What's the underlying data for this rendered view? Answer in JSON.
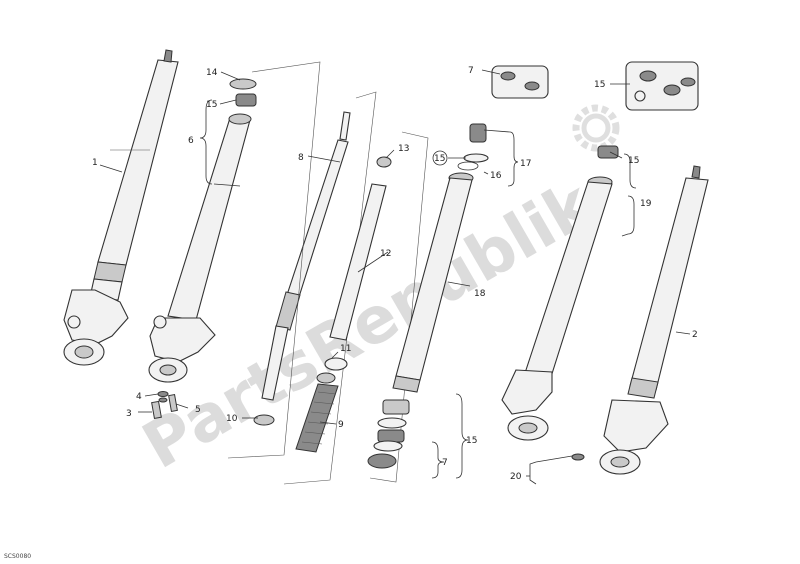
{
  "watermark": "PartsRepublik",
  "drawing_code": "SCS0080",
  "labels": {
    "l1": "1",
    "l2": "2",
    "l3": "3",
    "l4": "4",
    "l5": "5",
    "l6": "6",
    "l7a": "7",
    "l7b": "7",
    "l8": "8",
    "l9": "9",
    "l10": "10",
    "l11": "11",
    "l12": "12",
    "l13": "13",
    "l14": "14",
    "l15a": "15",
    "l15b": "15",
    "l15c": "15",
    "l15d": "15",
    "l15e": "15",
    "l16": "16",
    "l17": "17",
    "l18": "18",
    "l19": "19",
    "l20": "20"
  },
  "colors": {
    "line": "#333333",
    "watermark": "#d9d9d9",
    "gear": "#dcdcdc"
  },
  "icons": {
    "watermark_gear": "gear-icon"
  }
}
